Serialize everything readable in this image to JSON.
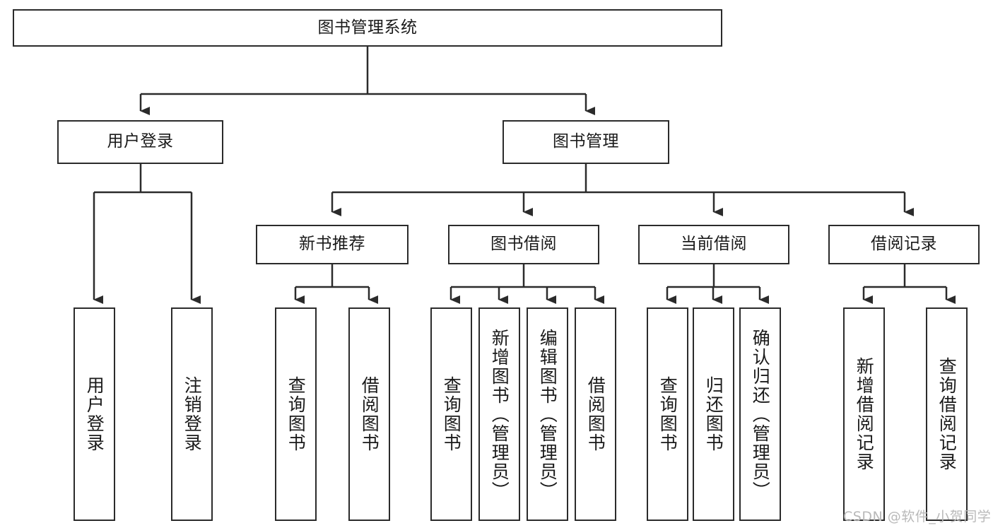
{
  "diagram": {
    "title": "图书管理系统",
    "type": "tree-hierarchy-diagram",
    "colors": {
      "stroke": "#2b2b2b",
      "fill": "#ffffff",
      "text": "#1a1a1a",
      "watermark": "#b9b9b9"
    },
    "root": {
      "id": "root",
      "label": "图书管理系统"
    },
    "level2": [
      {
        "id": "user-login",
        "label": "用户登录"
      },
      {
        "id": "book-management",
        "label": "图书管理"
      }
    ],
    "level3": [
      {
        "id": "new-book-recommend",
        "label": "新书推荐"
      },
      {
        "id": "book-borrow",
        "label": "图书借阅"
      },
      {
        "id": "current-borrow",
        "label": "当前借阅"
      },
      {
        "id": "borrow-record",
        "label": "借阅记录"
      }
    ],
    "leaves": {
      "user_login": [
        {
          "id": "leaf-user-login",
          "label": "用户登录"
        },
        {
          "id": "leaf-logout-login",
          "label": "注销登录"
        }
      ],
      "new_book_recommend": [
        {
          "id": "leaf-query-book-1",
          "label": "查询图书"
        },
        {
          "id": "leaf-borrow-book-1",
          "label": "借阅图书"
        }
      ],
      "book_borrow": [
        {
          "id": "leaf-query-book-2",
          "label": "查询图书"
        },
        {
          "id": "leaf-add-book",
          "label": "新增图书（管理员）"
        },
        {
          "id": "leaf-edit-book",
          "label": "编辑图书（管理员）"
        },
        {
          "id": "leaf-borrow-book-2",
          "label": "借阅图书"
        }
      ],
      "current_borrow": [
        {
          "id": "leaf-query-book-3",
          "label": "查询图书"
        },
        {
          "id": "leaf-return-book",
          "label": "归还图书"
        },
        {
          "id": "leaf-confirm-return",
          "label": "确认归还（管理员）"
        }
      ],
      "borrow_record": [
        {
          "id": "leaf-add-record",
          "label": "新增借阅记录"
        },
        {
          "id": "leaf-query-record",
          "label": "查询借阅记录"
        }
      ]
    }
  },
  "watermark": {
    "text": "CSDN @软件_小贺同学"
  }
}
